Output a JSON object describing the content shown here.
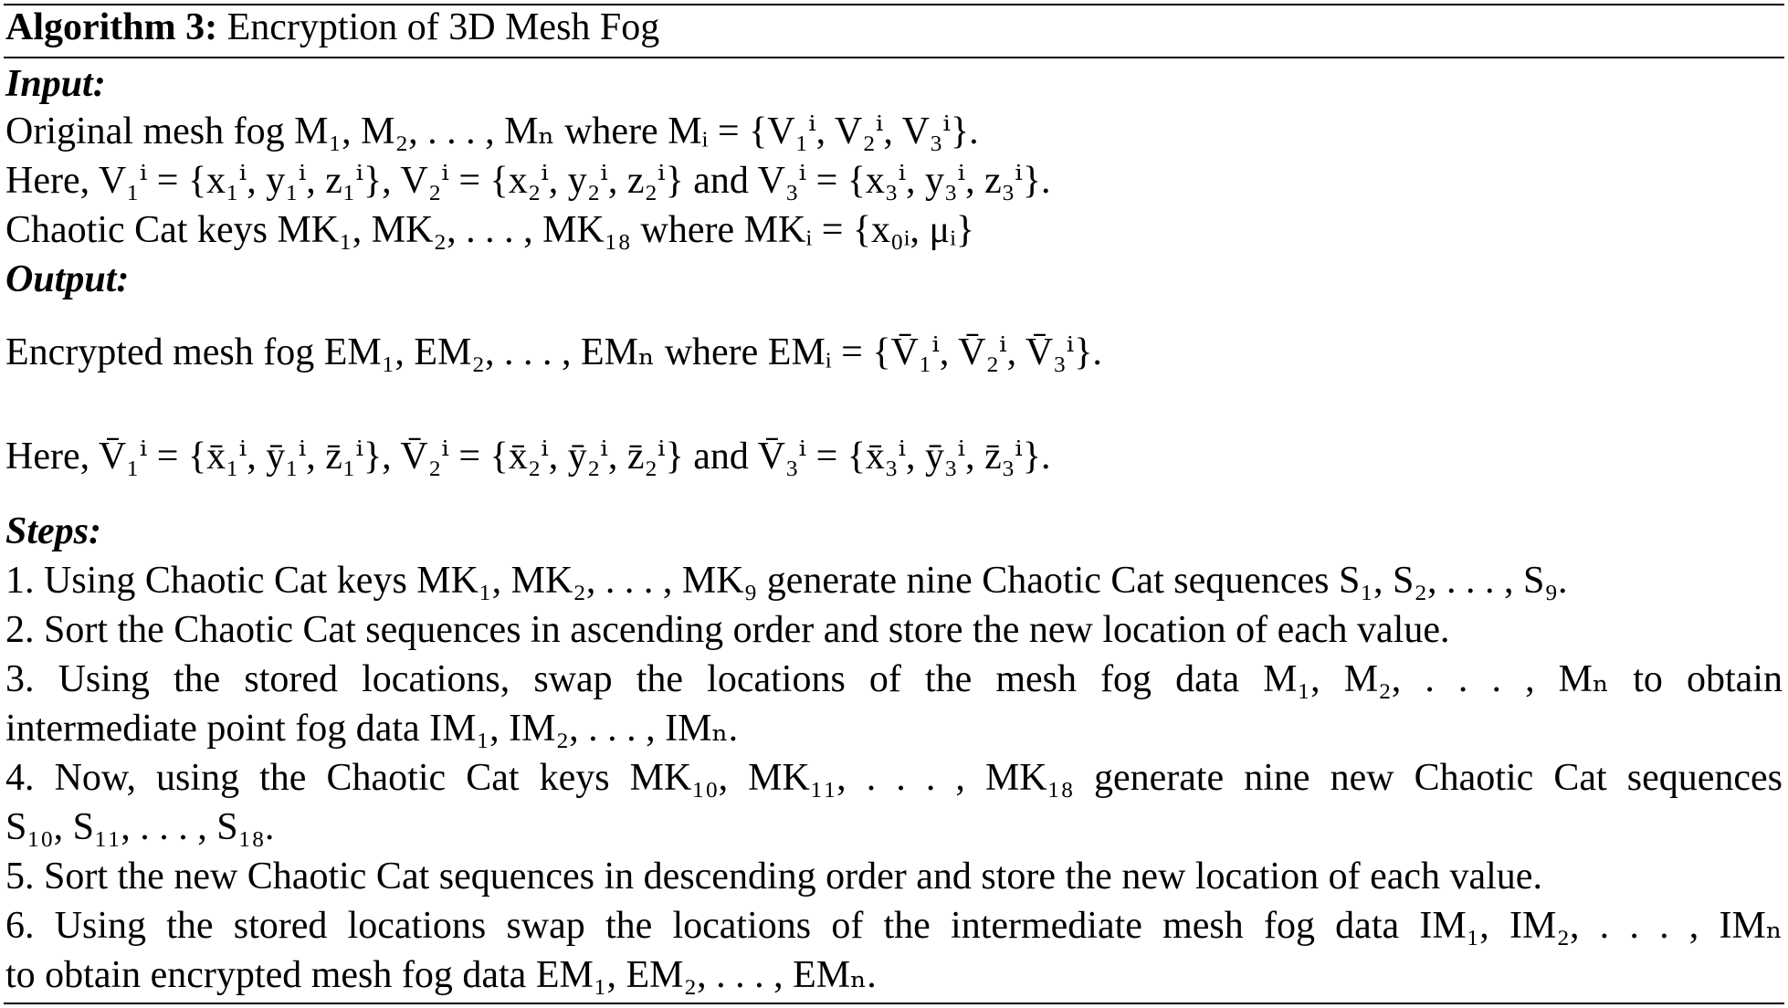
{
  "algorithm": {
    "label": "Algorithm 3:",
    "title": "Encryption of 3D Mesh Fog"
  },
  "sections": {
    "input": "Input:",
    "output": "Output:",
    "steps": "Steps:"
  },
  "input_lines": {
    "l1": "Original mesh fog M₁, M₂, . . . , Mₙ where Mᵢ = {V₁ⁱ, V₂ⁱ, V₃ⁱ}.",
    "l2": "Here, V₁ⁱ = {x₁ⁱ, y₁ⁱ, z₁ⁱ}, V₂ⁱ = {x₂ⁱ, y₂ⁱ, z₂ⁱ} and V₃ⁱ = {x₃ⁱ, y₃ⁱ, z₃ⁱ}.",
    "l3": "Chaotic Cat keys MK₁, MK₂, . . . , MK₁₈ where MKᵢ = {x₀ᵢ, μᵢ}"
  },
  "output_lines": {
    "l1": "Encrypted mesh fog EM₁, EM₂, . . . , EMₙ where EMᵢ = {V̄₁ⁱ, V̄₂ⁱ, V̄₃ⁱ}.",
    "l2": "Here, V̄₁ⁱ = {x̄₁ⁱ, ȳ₁ⁱ, z̄₁ⁱ}, V̄₂ⁱ = {x̄₂ⁱ, ȳ₂ⁱ, z̄₂ⁱ} and V̄₃ⁱ = {x̄₃ⁱ, ȳ₃ⁱ, z̄₃ⁱ}."
  },
  "step_lines": {
    "s1": "1. Using Chaotic Cat keys MK₁, MK₂, . . . , MK₉ generate nine Chaotic Cat sequences S₁, S₂, . . . , S₉.",
    "s2": "2. Sort the Chaotic Cat sequences in ascending order and store the new location of each value.",
    "s3a": "3. Using the stored locations, swap the locations of the mesh fog data M₁, M₂, . . . , Mₙ to obtain",
    "s3b": "intermediate point fog data IM₁, IM₂, . . . , IMₙ.",
    "s4a": "4. Now, using the Chaotic Cat keys MK₁₀, MK₁₁, . . . , MK₁₈ generate nine new Chaotic Cat sequences",
    "s4b": "S₁₀, S₁₁, . . . , S₁₈.",
    "s5": "5. Sort the new Chaotic Cat sequences in descending order and store the new location of each value.",
    "s6a": "6. Using the stored locations swap the locations of the intermediate mesh fog data IM₁, IM₂, . . . , IMₙ",
    "s6b": "to obtain encrypted mesh fog data EM₁, EM₂, . . . , EMₙ."
  }
}
